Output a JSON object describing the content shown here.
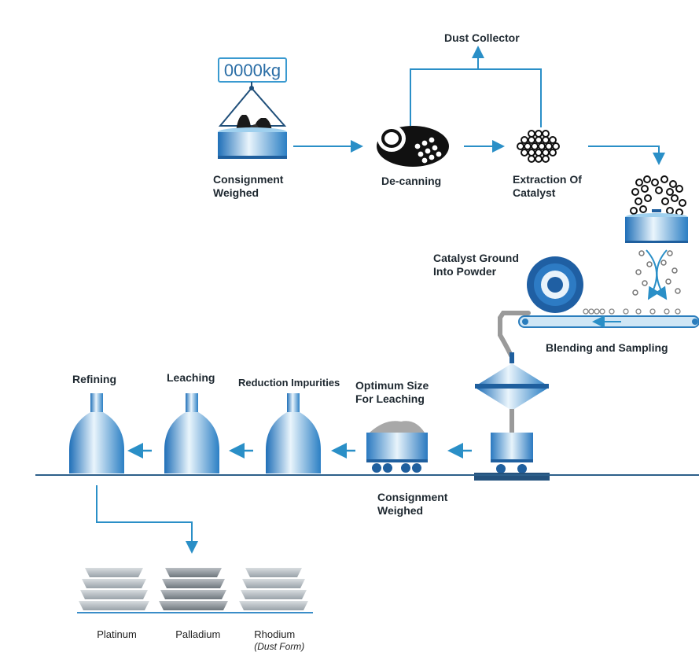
{
  "scale_reading": "0000kg",
  "labels": {
    "dust_collector": "Dust Collector",
    "consignment_weighed_top": "Consignment\nWeighed",
    "de_canning": "De-canning",
    "extraction_of_catalyst": "Extraction Of\nCatalyst",
    "catalyst_ground": "Catalyst Ground\nInto Powder",
    "blending_and_sampling": "Blending and Sampling",
    "refining": "Refining",
    "leaching": "Leaching",
    "reduction_impurities": "Reduction Impurities",
    "optimum_size": "Optimum Size\nFor Leaching",
    "consignment_weighed_bottom": "Consignment\nWeighed"
  },
  "metals": [
    {
      "name": "Platinum",
      "note": ""
    },
    {
      "name": "Palladium",
      "note": ""
    },
    {
      "name": "Rhodium",
      "note": "(Dust Form)"
    }
  ],
  "colors": {
    "flow_arrow": "#2a8fc7",
    "vessel_blue": "#3b8fd0",
    "dark_blue": "#1f5f9e",
    "baseline": "#2d5f8a"
  }
}
